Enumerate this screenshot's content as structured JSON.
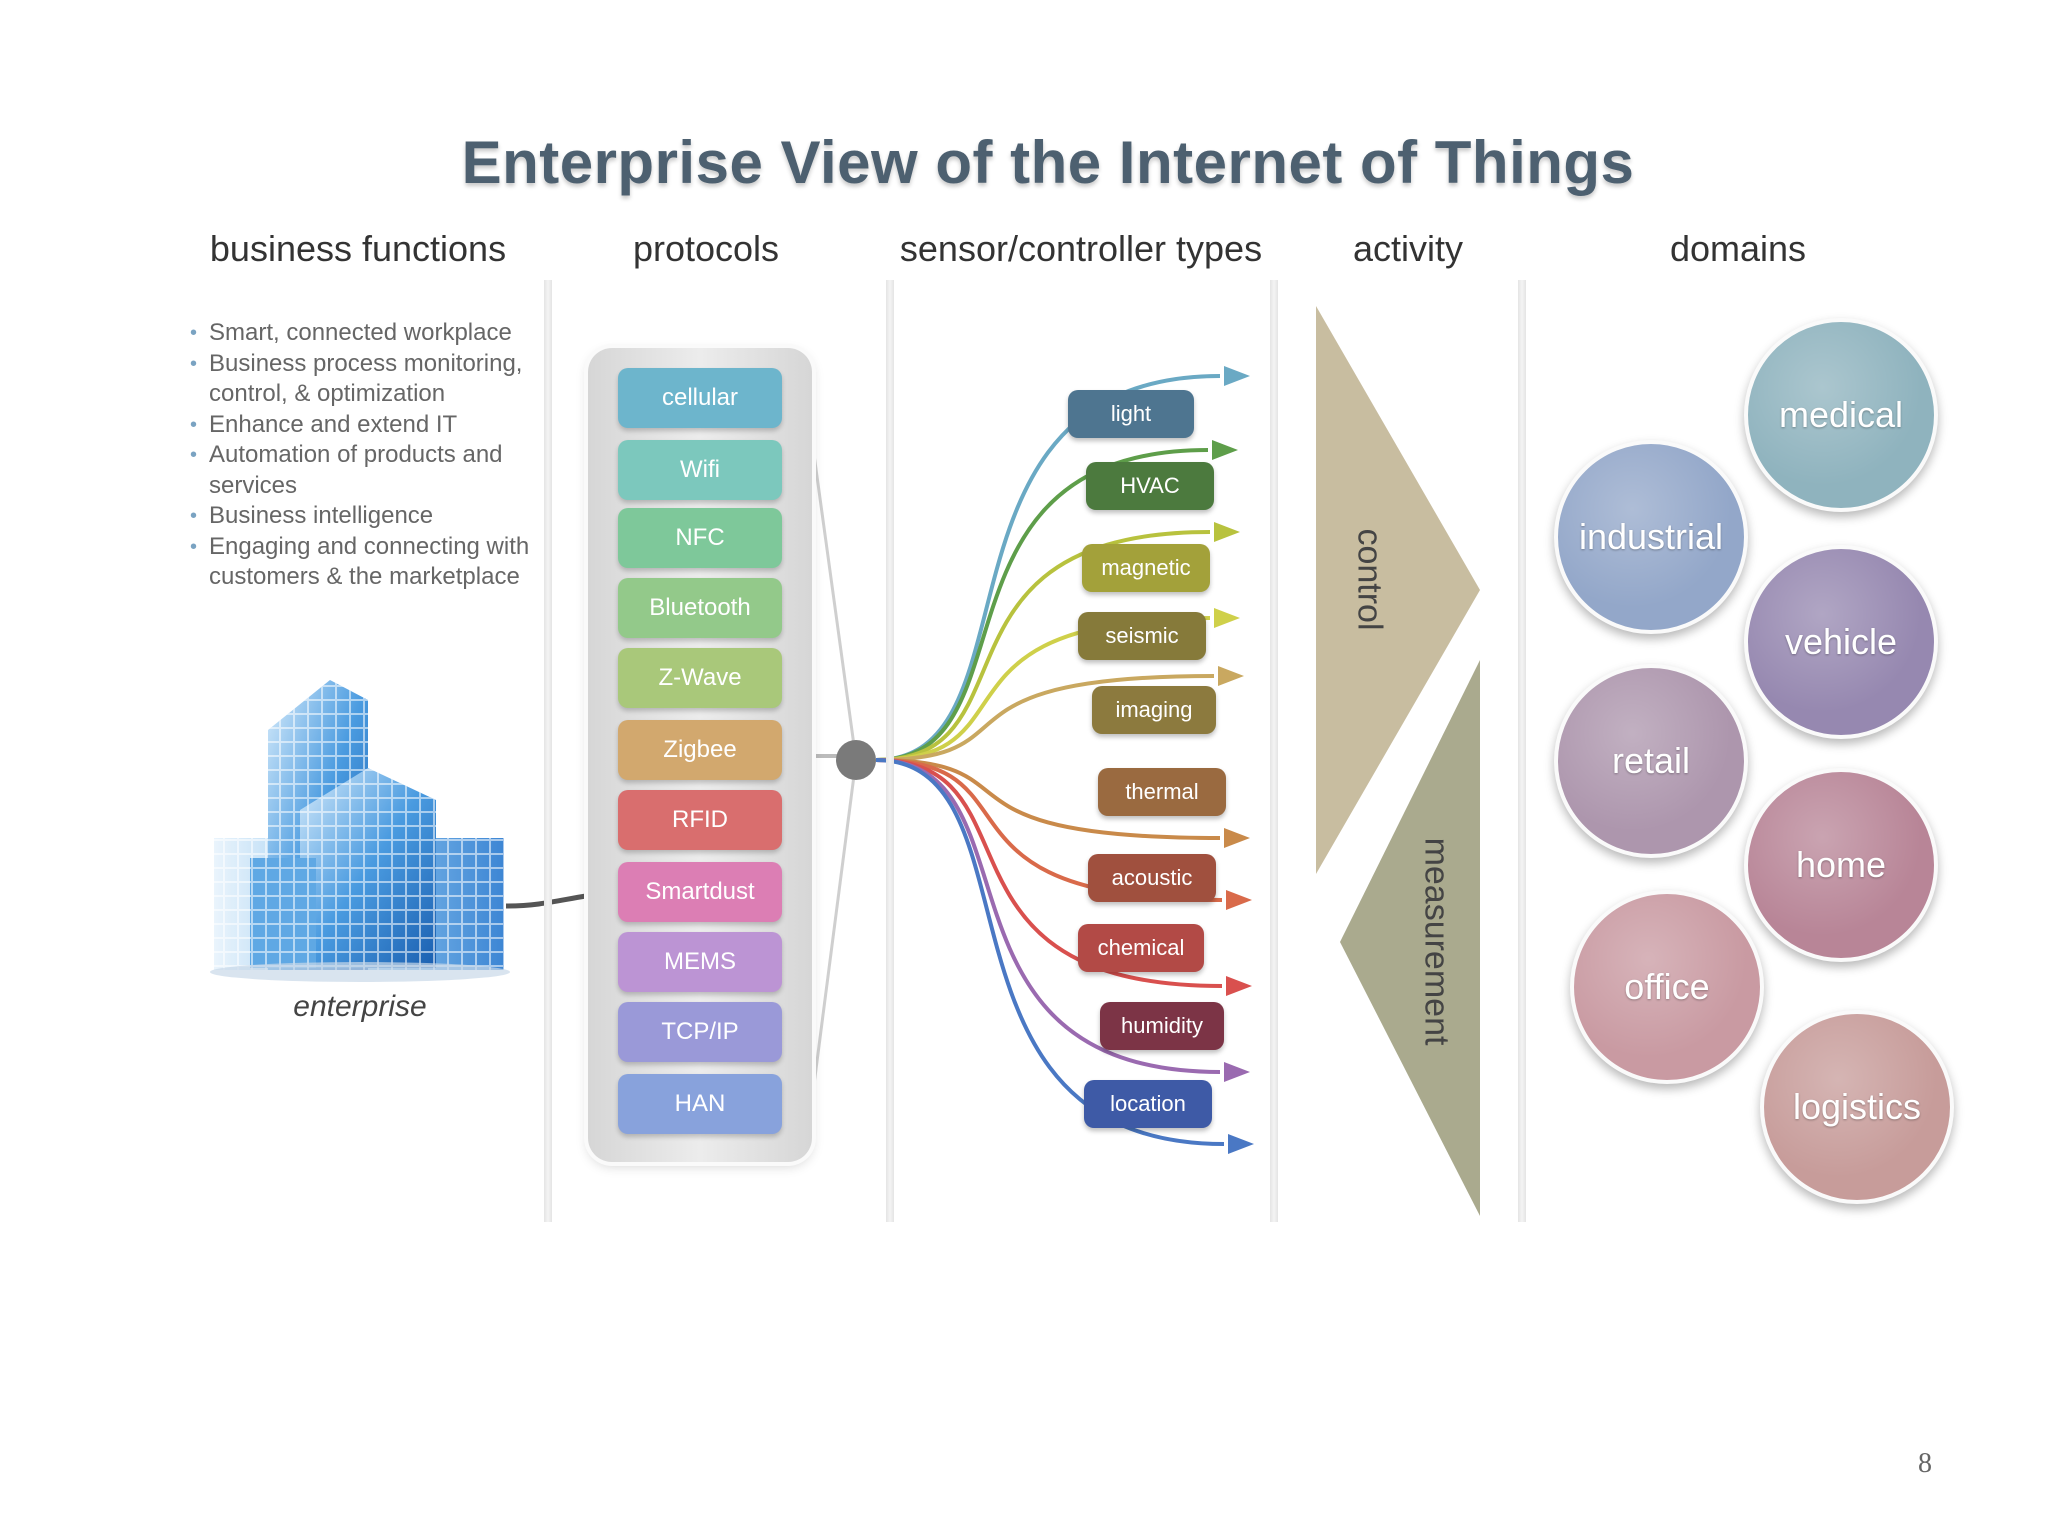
{
  "title": "Enterprise View of the Internet of Things",
  "columns": [
    "business functions",
    "protocols",
    "sensor/controller types",
    "activity",
    "domains"
  ],
  "business_functions": [
    "Smart, connected workplace",
    "Business process monitoring, control, & optimization",
    "Enhance and extend IT",
    "Automation of products and services",
    "Business intelligence",
    "Engaging and connecting with customers & the marketplace"
  ],
  "enterprise_label": "enterprise",
  "protocols": [
    "cellular",
    "Wifi",
    "NFC",
    "Bluetooth",
    "Z-Wave",
    "Zigbee",
    "RFID",
    "Smartdust",
    "MEMS",
    "TCP/IP",
    "HAN"
  ],
  "protocol_colors": [
    "#6db5cc",
    "#7cc8bd",
    "#7ec89a",
    "#93c98a",
    "#a9c87a",
    "#d2a86e",
    "#d96e6e",
    "#dc7eb4",
    "#bc94d4",
    "#9a99d8",
    "#88a2dc"
  ],
  "sensors": [
    "light",
    "HVAC",
    "magnetic",
    "seismic",
    "imaging",
    "thermal",
    "acoustic",
    "chemical",
    "humidity",
    "location"
  ],
  "sensor_colors": [
    "#4e7590",
    "#4c7a3e",
    "#a3a13a",
    "#867a3a",
    "#8c7a3e",
    "#9a6a40",
    "#a0503e",
    "#b24a46",
    "#7c3446",
    "#3e5aa6"
  ],
  "activity": {
    "control": "control",
    "measurement": "measurement"
  },
  "domains": [
    "medical",
    "industrial",
    "vehicle",
    "retail",
    "home",
    "office",
    "logistics"
  ],
  "domain_colors": [
    "#8fb3be",
    "#93a7c9",
    "#9688b0",
    "#ad96ad",
    "#b88597",
    "#c99aa2",
    "#c79c9a"
  ],
  "page_number": "8"
}
